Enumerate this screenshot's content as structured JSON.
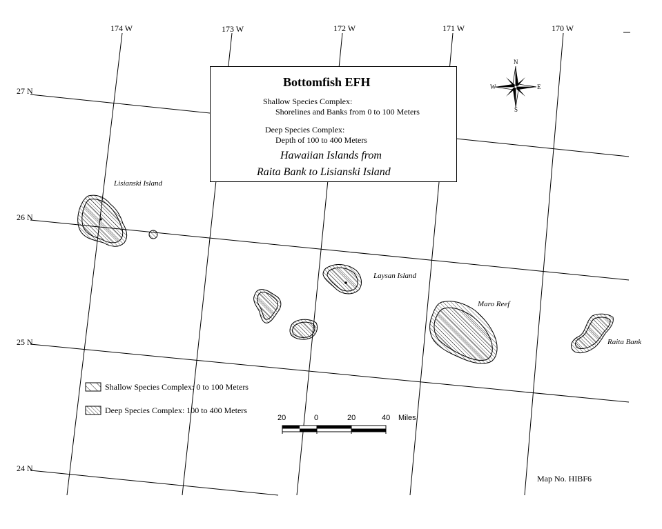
{
  "meridians": [
    {
      "label": "174 W"
    },
    {
      "label": "173 W"
    },
    {
      "label": "172 W"
    },
    {
      "label": "171 W"
    },
    {
      "label": "170 W"
    }
  ],
  "parallels": [
    {
      "label": "27 N"
    },
    {
      "label": "26 N"
    },
    {
      "label": "25 N"
    },
    {
      "label": "24 N"
    }
  ],
  "title_box": {
    "title": "Bottomfish EFH",
    "shallow_heading": "Shallow Species Complex:",
    "shallow_detail": "Shorelines and Banks from 0 to 100 Meters",
    "deep_heading": "Deep Species Complex:",
    "deep_detail": "Depth of 100 to 400 Meters",
    "region_line1": "Hawaiian Islands from",
    "region_line2": "Raita Bank to Lisianski Island"
  },
  "compass": {
    "n": "N",
    "s": "S",
    "e": "E",
    "w": "W"
  },
  "islands": {
    "lisianski": "Lisianski Island",
    "laysan": "Laysan Island",
    "maro": "Maro Reef",
    "raita": "Raita Bank"
  },
  "legend": {
    "shallow": "Shallow Species Complex:  0 to 100 Meters",
    "deep": "Deep Species Complex:  100 to 400 Meters"
  },
  "scale_bar": {
    "labels": [
      "20",
      "0",
      "20",
      "40"
    ],
    "unit": "Miles"
  },
  "map_number": "Map No. HIBF6"
}
